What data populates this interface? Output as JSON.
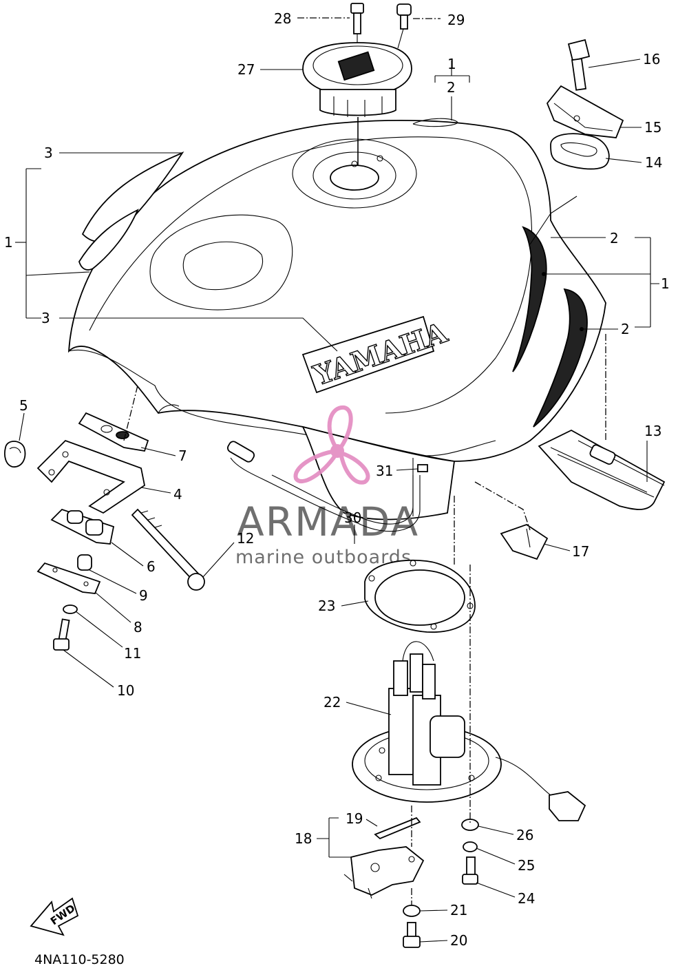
{
  "diagram_code": "4NA110-5280",
  "brand_mark": "YAMAHA",
  "fwd_arrow": "FWD",
  "watermark": {
    "title": "ARMADA",
    "subtitle": "marine outboards",
    "logo": "propeller-logo",
    "color": "#e38ac0"
  },
  "callouts": [
    {
      "id": "c28",
      "text": "28"
    },
    {
      "id": "c29",
      "text": "29"
    },
    {
      "id": "c27",
      "text": "27"
    },
    {
      "id": "c1top",
      "text": "1"
    },
    {
      "id": "c2top",
      "text": "2"
    },
    {
      "id": "c16",
      "text": "16"
    },
    {
      "id": "c15",
      "text": "15"
    },
    {
      "id": "c14",
      "text": "14"
    },
    {
      "id": "c3a",
      "text": "3"
    },
    {
      "id": "c1left",
      "text": "1"
    },
    {
      "id": "c3b",
      "text": "3"
    },
    {
      "id": "c2r1",
      "text": "2"
    },
    {
      "id": "c1right",
      "text": "1"
    },
    {
      "id": "c2r2",
      "text": "2"
    },
    {
      "id": "c5",
      "text": "5"
    },
    {
      "id": "c7",
      "text": "7"
    },
    {
      "id": "c13",
      "text": "13"
    },
    {
      "id": "c31",
      "text": "31"
    },
    {
      "id": "c4",
      "text": "4"
    },
    {
      "id": "c30",
      "text": "30"
    },
    {
      "id": "c12",
      "text": "12"
    },
    {
      "id": "c17",
      "text": "17"
    },
    {
      "id": "c6",
      "text": "6"
    },
    {
      "id": "c9",
      "text": "9"
    },
    {
      "id": "c23",
      "text": "23"
    },
    {
      "id": "c8",
      "text": "8"
    },
    {
      "id": "c11",
      "text": "11"
    },
    {
      "id": "c10",
      "text": "10"
    },
    {
      "id": "c22",
      "text": "22"
    },
    {
      "id": "c19",
      "text": "19"
    },
    {
      "id": "c18",
      "text": "18"
    },
    {
      "id": "c26",
      "text": "26"
    },
    {
      "id": "c25",
      "text": "25"
    },
    {
      "id": "c24",
      "text": "24"
    },
    {
      "id": "c21",
      "text": "21"
    },
    {
      "id": "c20",
      "text": "20"
    }
  ]
}
